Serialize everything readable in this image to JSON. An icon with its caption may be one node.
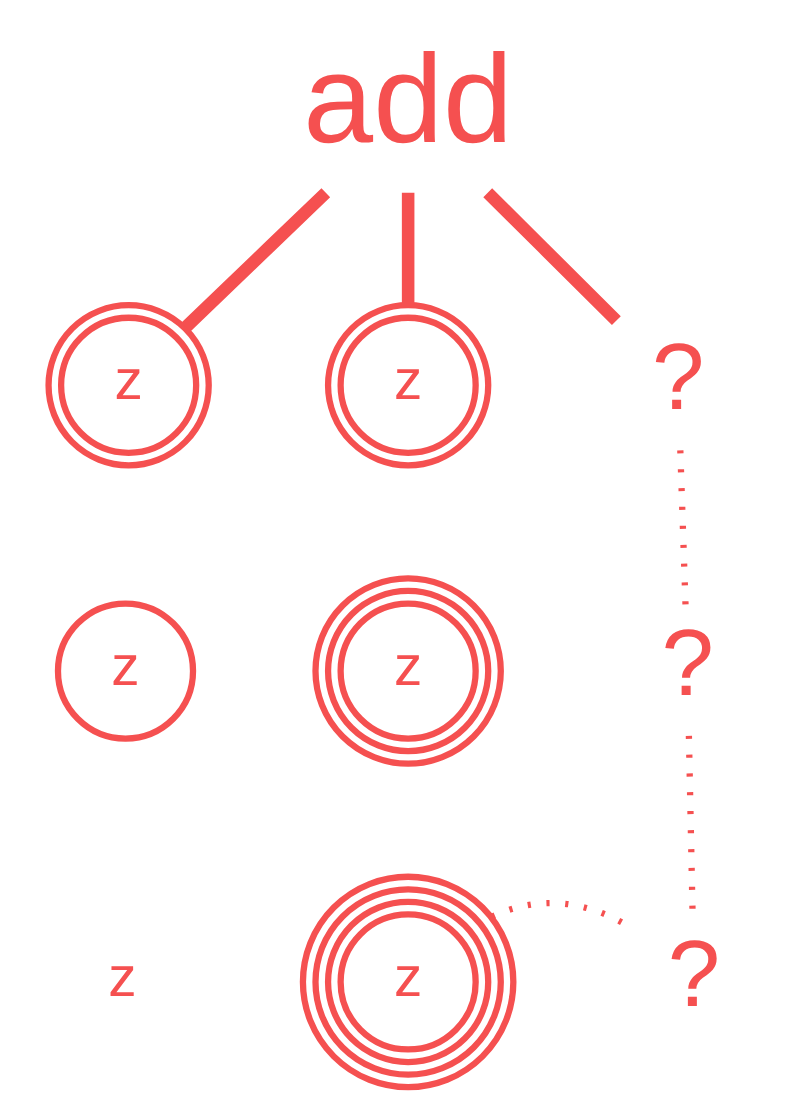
{
  "diagram": {
    "nodes": [
      {
        "text": [
          "add"
        ]
      },
      {
        "text": [
          "z"
        ]
      },
      {
        "text": [
          "z"
        ]
      },
      {
        "text": [
          "?"
        ]
      },
      {
        "text": [
          "z"
        ]
      },
      {
        "text": [
          "z"
        ]
      },
      {
        "text": [
          "?"
        ]
      },
      {
        "text": [
          "z"
        ]
      },
      {
        "text": [
          "z"
        ]
      },
      {
        "text": [
          "?"
        ]
      }
    ],
    "edges": [
      {
        "from": 0,
        "to": 1,
        "arrow": "none",
        "style": "thick"
      },
      {
        "from": 0,
        "to": 2,
        "arrow": "none",
        "style": "thick"
      },
      {
        "from": 0,
        "to": 3,
        "arrow": "none",
        "style": "thick"
      },
      {
        "from": 3,
        "to": 6,
        "arrow": "none",
        "style": "dashed"
      },
      {
        "from": 6,
        "to": 9,
        "arrow": "none",
        "style": "dashed"
      },
      {
        "from": 8,
        "to": 9,
        "arrow": "none",
        "style": "dashed"
      }
    ]
  }
}
